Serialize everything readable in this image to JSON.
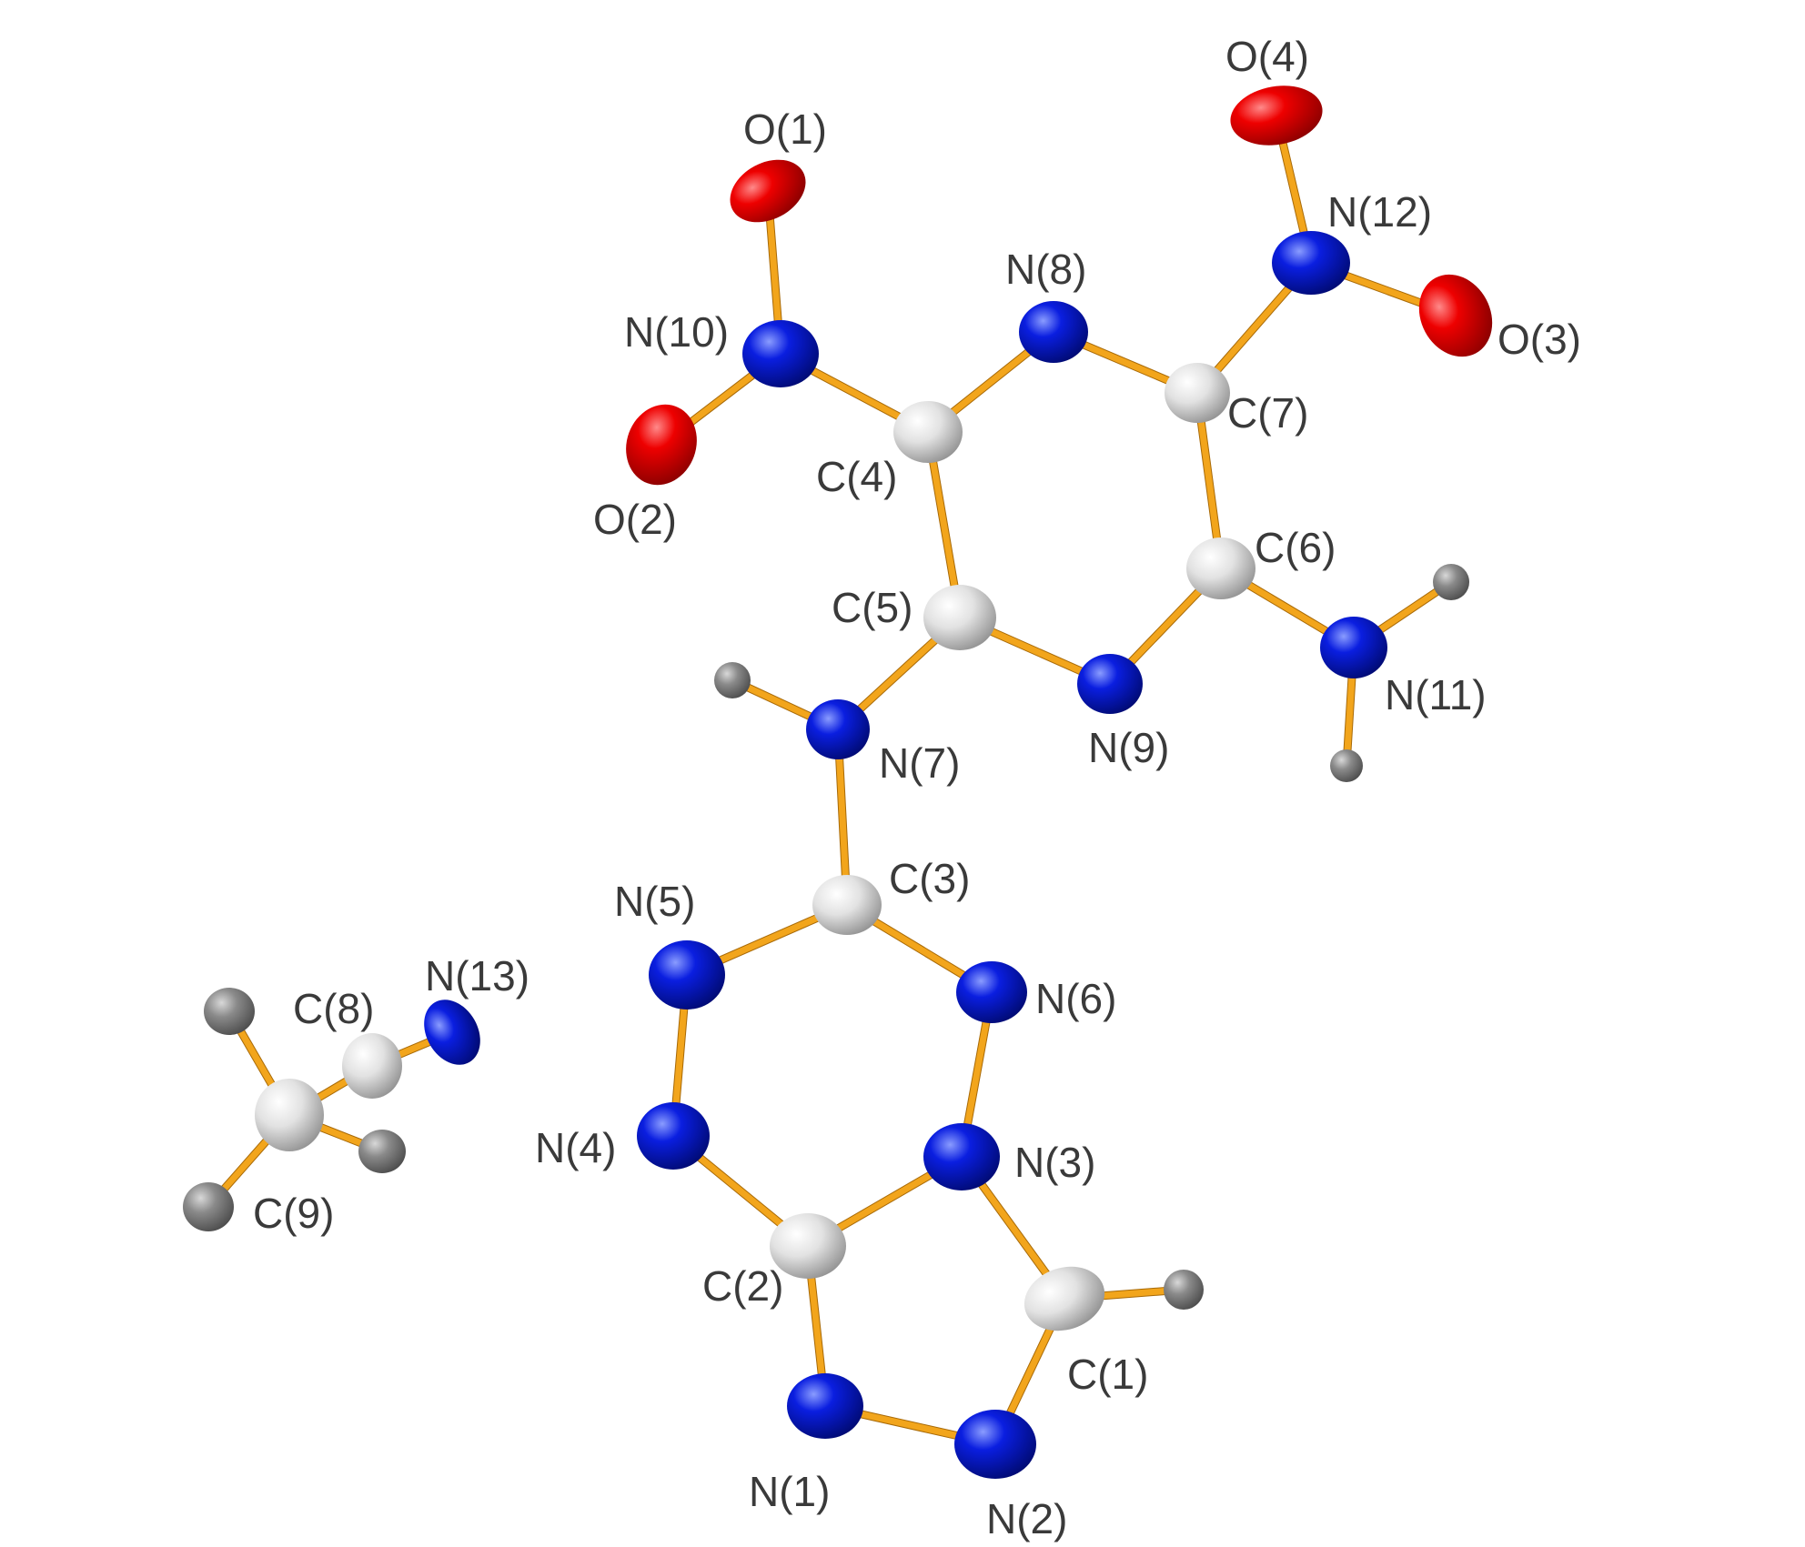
{
  "colors": {
    "bond": "#f2a51c",
    "bond_shadow": "#a86a08",
    "oxygen": "#e00000",
    "nitrogen": "#0a1ee0",
    "carbon": "#dcdcdc",
    "hydrogen": "#8a8a8a",
    "label": "#3a3a3a"
  },
  "atoms": [
    {
      "id": "O1",
      "label": "O(1)",
      "element": "O"
    },
    {
      "id": "O2",
      "label": "O(2)",
      "element": "O"
    },
    {
      "id": "O3",
      "label": "O(3)",
      "element": "O"
    },
    {
      "id": "O4",
      "label": "O(4)",
      "element": "O"
    },
    {
      "id": "N1",
      "label": "N(1)",
      "element": "N"
    },
    {
      "id": "N2",
      "label": "N(2)",
      "element": "N"
    },
    {
      "id": "N3",
      "label": "N(3)",
      "element": "N"
    },
    {
      "id": "N4",
      "label": "N(4)",
      "element": "N"
    },
    {
      "id": "N5",
      "label": "N(5)",
      "element": "N"
    },
    {
      "id": "N6",
      "label": "N(6)",
      "element": "N"
    },
    {
      "id": "N7",
      "label": "N(7)",
      "element": "N"
    },
    {
      "id": "N8",
      "label": "N(8)",
      "element": "N"
    },
    {
      "id": "N9",
      "label": "N(9)",
      "element": "N"
    },
    {
      "id": "N10",
      "label": "N(10)",
      "element": "N"
    },
    {
      "id": "N11",
      "label": "N(11)",
      "element": "N"
    },
    {
      "id": "N12",
      "label": "N(12)",
      "element": "N"
    },
    {
      "id": "N13",
      "label": "N(13)",
      "element": "N"
    },
    {
      "id": "C1",
      "label": "C(1)",
      "element": "C"
    },
    {
      "id": "C2",
      "label": "C(2)",
      "element": "C"
    },
    {
      "id": "C3",
      "label": "C(3)",
      "element": "C"
    },
    {
      "id": "C4",
      "label": "C(4)",
      "element": "C"
    },
    {
      "id": "C5",
      "label": "C(5)",
      "element": "C"
    },
    {
      "id": "C6",
      "label": "C(6)",
      "element": "C"
    },
    {
      "id": "C7",
      "label": "C(7)",
      "element": "C"
    },
    {
      "id": "C8",
      "label": "C(8)",
      "element": "C"
    },
    {
      "id": "C9",
      "label": "C(9)",
      "element": "C"
    },
    {
      "id": "H7",
      "label": "",
      "element": "H"
    },
    {
      "id": "H11a",
      "label": "",
      "element": "H"
    },
    {
      "id": "H11b",
      "label": "",
      "element": "H"
    },
    {
      "id": "H1",
      "label": "",
      "element": "H"
    },
    {
      "id": "H9a",
      "label": "",
      "element": "H"
    },
    {
      "id": "H9b",
      "label": "",
      "element": "H"
    },
    {
      "id": "H9c",
      "label": "",
      "element": "H"
    }
  ],
  "bonds": [
    [
      "O1",
      "N10"
    ],
    [
      "O2",
      "N10"
    ],
    [
      "N10",
      "C4"
    ],
    [
      "C4",
      "N8"
    ],
    [
      "N8",
      "C7"
    ],
    [
      "C7",
      "C6"
    ],
    [
      "C6",
      "N9"
    ],
    [
      "N9",
      "C5"
    ],
    [
      "C5",
      "C4"
    ],
    [
      "C7",
      "N12"
    ],
    [
      "N12",
      "O4"
    ],
    [
      "N12",
      "O3"
    ],
    [
      "C6",
      "N11"
    ],
    [
      "N11",
      "H11a"
    ],
    [
      "N11",
      "H11b"
    ],
    [
      "C5",
      "N7"
    ],
    [
      "N7",
      "H7"
    ],
    [
      "N7",
      "C3"
    ],
    [
      "C3",
      "N5"
    ],
    [
      "C3",
      "N6"
    ],
    [
      "N5",
      "N4"
    ],
    [
      "N6",
      "N3"
    ],
    [
      "N4",
      "C2"
    ],
    [
      "C2",
      "N3"
    ],
    [
      "C2",
      "N1"
    ],
    [
      "N1",
      "N2"
    ],
    [
      "N2",
      "C1"
    ],
    [
      "C1",
      "N3"
    ],
    [
      "C1",
      "H1"
    ],
    [
      "N13",
      "C8"
    ],
    [
      "C8",
      "C9"
    ],
    [
      "C9",
      "H9a"
    ],
    [
      "C9",
      "H9b"
    ],
    [
      "C9",
      "H9c"
    ]
  ]
}
